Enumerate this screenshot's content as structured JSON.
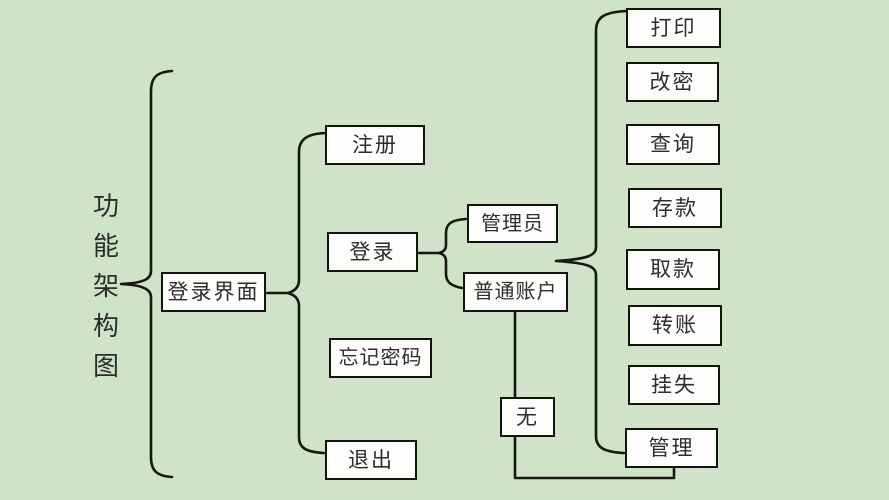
{
  "diagram": {
    "root_label_chars": [
      "功",
      "能",
      "架",
      "构",
      "图"
    ],
    "nodes": {
      "login_ui": {
        "label": "登录界面"
      },
      "register": {
        "label": "注册"
      },
      "login": {
        "label": "登录"
      },
      "forgot_password": {
        "label": "忘记密码"
      },
      "exit": {
        "label": "退出"
      },
      "admin": {
        "label": "管理员"
      },
      "normal_account": {
        "label": "普通账户"
      },
      "none": {
        "label": "无"
      },
      "print": {
        "label": "打印"
      },
      "change_password": {
        "label": "改密"
      },
      "query": {
        "label": "查询"
      },
      "deposit": {
        "label": "存款"
      },
      "withdraw": {
        "label": "取款"
      },
      "transfer": {
        "label": "转账"
      },
      "report_loss": {
        "label": "挂失"
      },
      "manage": {
        "label": "管理"
      }
    },
    "colors": {
      "background": "#cfe3c9",
      "box_fill": "#fdfdfb",
      "line": "#14180f",
      "text": "#2d2d2d"
    }
  }
}
